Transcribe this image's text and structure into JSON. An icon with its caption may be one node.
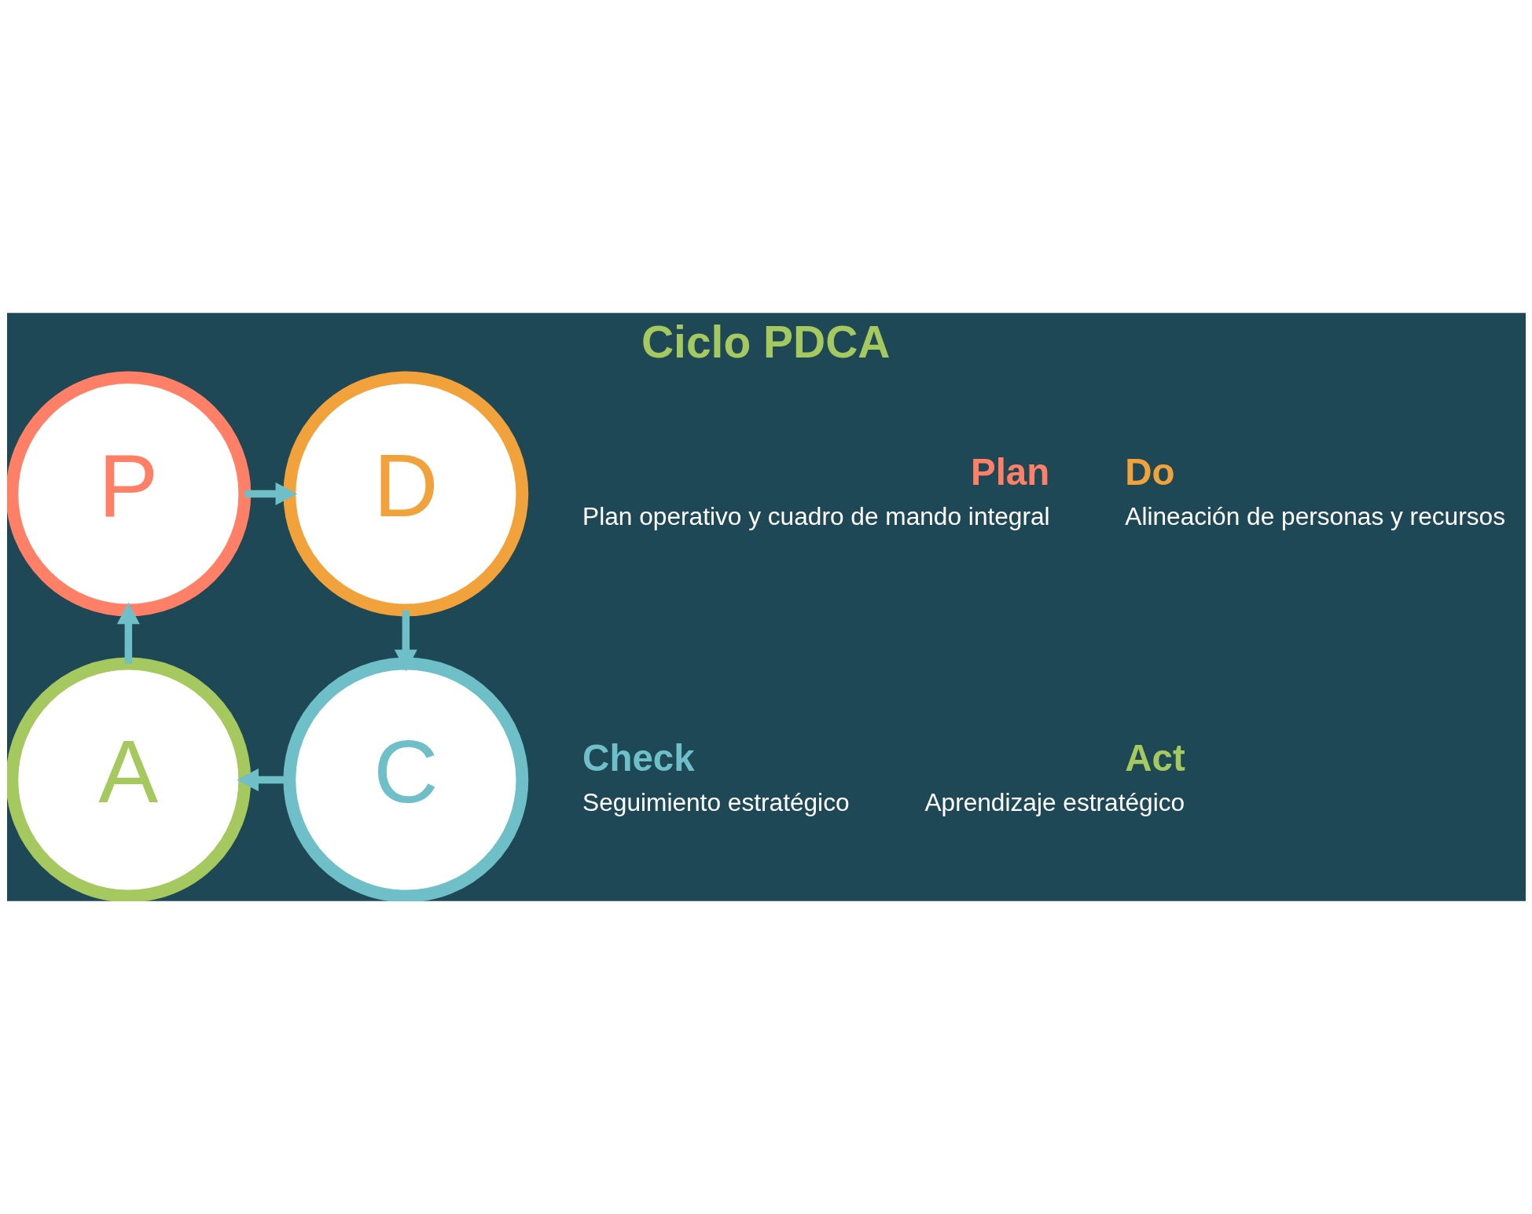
{
  "diagram": {
    "title": "Ciclo PDCA",
    "nodes": [
      {
        "text": [
          "P"
        ],
        "beside": [
          "Plan",
          "Plan operativo y cuadro de mando integral"
        ]
      },
      {
        "text": [
          "D"
        ],
        "beside": [
          "Do",
          "Alineación de personas y recursos"
        ]
      },
      {
        "text": [
          "C"
        ],
        "beside": [
          "Check",
          "Seguimiento estratégico"
        ]
      },
      {
        "text": [
          "A"
        ],
        "beside": [
          "Act",
          "Aprendizaje estratégico"
        ]
      }
    ],
    "edges": [
      {
        "from": 0,
        "to": 1,
        "arrow": "to"
      },
      {
        "from": 1,
        "to": 2,
        "arrow": "to"
      },
      {
        "from": 2,
        "to": 3,
        "arrow": "to"
      },
      {
        "from": 3,
        "to": 0,
        "arrow": "to"
      }
    ]
  }
}
